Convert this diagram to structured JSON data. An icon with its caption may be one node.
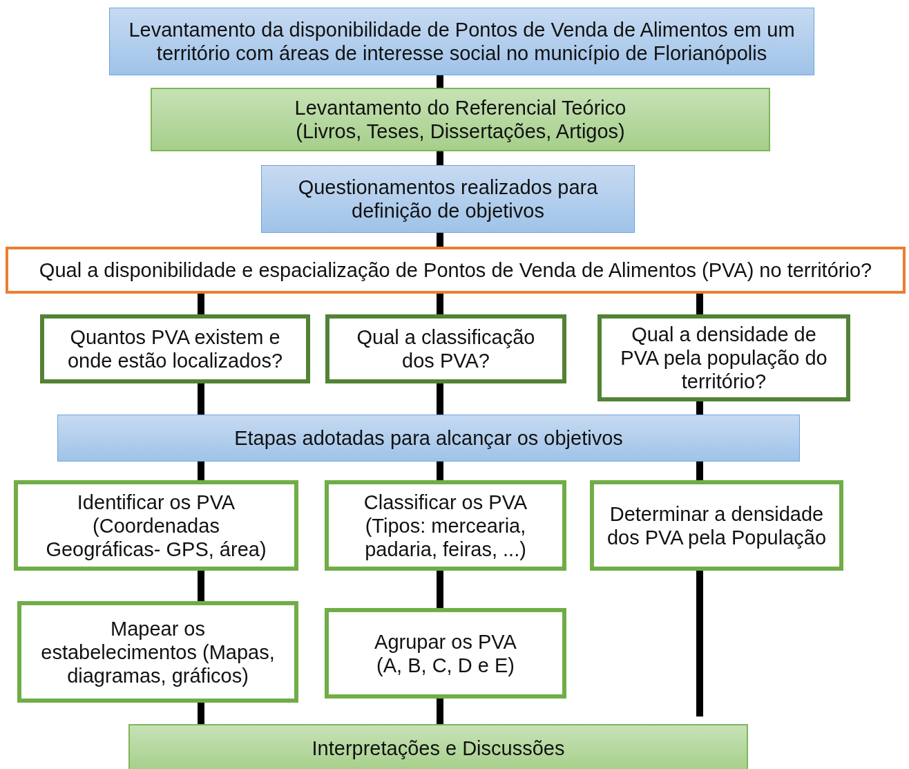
{
  "diagram": {
    "nodes": [
      {
        "text": [
          "Levantamento da disponibilidade de Pontos de Venda de Alimentos em um território com áreas de interesse social no município de Florianópolis"
        ]
      },
      {
        "text": [
          "Levantamento do Referencial Teórico (Livros, Teses, Dissertações, Artigos)"
        ]
      },
      {
        "text": [
          "Questionamentos realizados para definição de objetivos"
        ]
      },
      {
        "text": [
          "Qual a disponibilidade e espacialização de Pontos de Venda de Alimentos (PVA) no território?"
        ]
      },
      {
        "text": [
          "Quantos PVA existem e onde estão localizados?"
        ]
      },
      {
        "text": [
          "Qual a classificação dos PVA?"
        ]
      },
      {
        "text": [
          "Qual a densidade de PVA pela população do território?"
        ]
      },
      {
        "text": [
          "Etapas adotadas para alcançar os objetivos"
        ]
      },
      {
        "text": [
          "Identificar os PVA (Coordenadas Geográficas- GPS, área)"
        ]
      },
      {
        "text": [
          "Classificar os PVA (Tipos: mercearia, padaria, feiras, ...)"
        ]
      },
      {
        "text": [
          "Determinar a densidade dos PVA pela População"
        ]
      },
      {
        "text": [
          "Mapear os estabelecimentos (Mapas, diagramas, gráficos)"
        ]
      },
      {
        "text": [
          "Agrupar os PVA (A, B, C, D e E)"
        ]
      },
      {
        "text": [
          "Interpretações e Discussões"
        ]
      }
    ],
    "edges": [
      {
        "from": 0,
        "to": 1,
        "arrow": "none"
      },
      {
        "from": 1,
        "to": 2,
        "arrow": "none"
      },
      {
        "from": 2,
        "to": 3,
        "arrow": "none"
      },
      {
        "from": 3,
        "to": 4,
        "arrow": "none"
      },
      {
        "from": 3,
        "to": 5,
        "arrow": "none"
      },
      {
        "from": 3,
        "to": 6,
        "arrow": "none"
      },
      {
        "from": 4,
        "to": 7,
        "arrow": "none"
      },
      {
        "from": 5,
        "to": 7,
        "arrow": "none"
      },
      {
        "from": 6,
        "to": 7,
        "arrow": "none"
      },
      {
        "from": 7,
        "to": 8,
        "arrow": "none"
      },
      {
        "from": 7,
        "to": 9,
        "arrow": "none"
      },
      {
        "from": 7,
        "to": 10,
        "arrow": "none"
      },
      {
        "from": 8,
        "to": 11,
        "arrow": "none"
      },
      {
        "from": 9,
        "to": 12,
        "arrow": "none"
      },
      {
        "from": 11,
        "to": 13,
        "arrow": "none"
      },
      {
        "from": 12,
        "to": 13,
        "arrow": "none"
      },
      {
        "from": 10,
        "to": 13,
        "arrow": "none"
      }
    ]
  }
}
